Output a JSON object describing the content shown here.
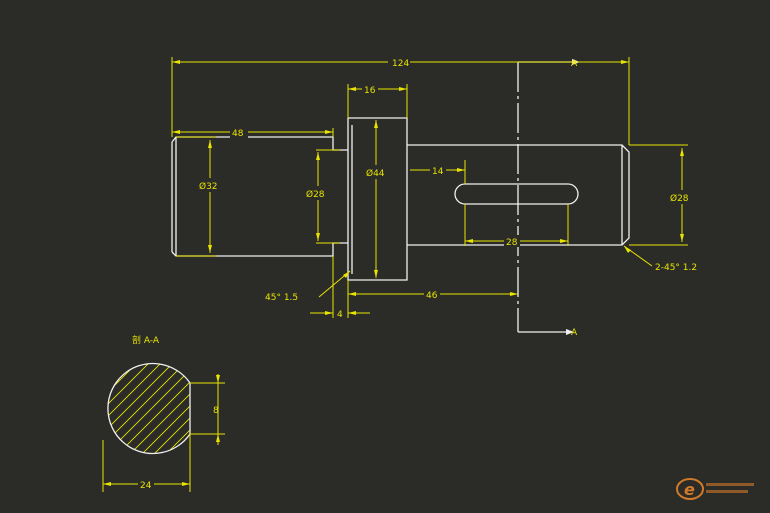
{
  "drawing": {
    "dimensions": {
      "overall_length": "124",
      "collar_width": "16",
      "left_section_length": "48",
      "left_diameter": "Ø32",
      "inner_diameter": "Ø28",
      "collar_diameter": "Ø44",
      "right_diameter": "Ø28",
      "keyway_offset": "14",
      "keyway_length": "28",
      "right_section_length": "46",
      "chamfer_left": "45° 1.5",
      "groove_width": "4",
      "chamfer_right": "2-45° 1.2"
    },
    "section": {
      "arrow_label_top": "A",
      "arrow_label_bottom": "A",
      "title": "剖 A-A",
      "key_depth": "8",
      "section_width": "24"
    },
    "watermark": "e"
  },
  "colors": {
    "background": "#2b2b28",
    "dimension": "#e8e400",
    "part_outline": "#f0f0f0",
    "watermark": "#d07a2a"
  }
}
